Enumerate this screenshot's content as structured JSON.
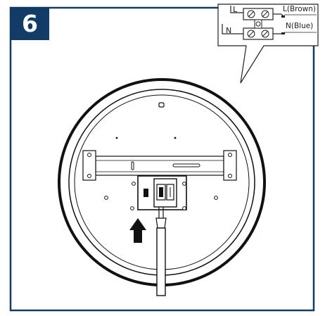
{
  "step": {
    "number": "6"
  },
  "wiring": {
    "terminals": [
      {
        "label": "L(Brown)",
        "side_label": "L"
      },
      {
        "label": "N(Blue)",
        "side_label": "N"
      }
    ]
  },
  "colors": {
    "badge": "#123b67",
    "frame": "#123b67",
    "line": "#111111"
  },
  "icons": [
    "arrow-up-icon",
    "screw-icon",
    "terminal-block-icon"
  ]
}
